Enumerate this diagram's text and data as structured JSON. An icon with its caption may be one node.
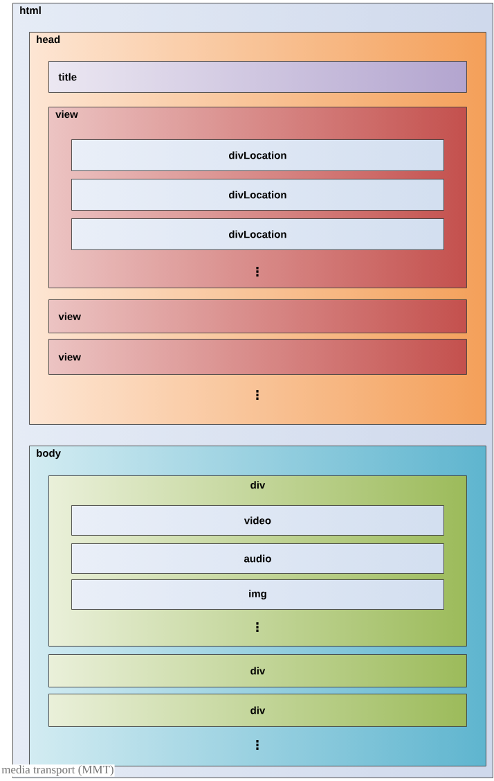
{
  "diagram": {
    "caption": "media transport (MMT)",
    "nodes": [
      {
        "text": [
          "html"
        ]
      },
      {
        "text": [
          "head"
        ],
        "in": 0
      },
      {
        "text": [
          "title"
        ],
        "in": 1
      },
      {
        "text": [
          "view"
        ],
        "in": 1
      },
      {
        "text": [
          "divLocation"
        ],
        "in": 3
      },
      {
        "text": [
          "divLocation"
        ],
        "in": 3
      },
      {
        "text": [
          "divLocation"
        ],
        "in": 3
      },
      {
        "text": [
          "view"
        ],
        "in": 1
      },
      {
        "text": [
          "view"
        ],
        "in": 1
      },
      {
        "text": [
          "body"
        ],
        "in": 0
      },
      {
        "text": [
          "div"
        ],
        "in": 9
      },
      {
        "text": [
          "video"
        ],
        "in": 10
      },
      {
        "text": [
          "audio"
        ],
        "in": 10
      },
      {
        "text": [
          "img"
        ],
        "in": 10
      },
      {
        "text": [
          "div"
        ],
        "in": 9
      },
      {
        "text": [
          "div"
        ],
        "in": 9
      }
    ],
    "labels": [
      "⋮",
      "⋮",
      "⋮",
      "⋮"
    ]
  }
}
